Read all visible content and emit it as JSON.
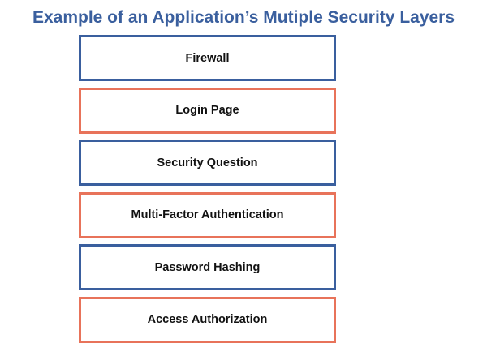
{
  "title": "Example of an Application’s Mutiple Security Layers",
  "colors": {
    "title": "#3a5f9e",
    "blue_border": "#3a5f9e",
    "orange_border": "#e8735a"
  },
  "layers": [
    {
      "label": "Firewall",
      "border_color": "#3a5f9e"
    },
    {
      "label": "Login Page",
      "border_color": "#e8735a"
    },
    {
      "label": "Security Question",
      "border_color": "#3a5f9e"
    },
    {
      "label": "Multi-Factor Authentication",
      "border_color": "#e8735a"
    },
    {
      "label": "Password Hashing",
      "border_color": "#3a5f9e"
    },
    {
      "label": "Access Authorization",
      "border_color": "#e8735a"
    }
  ]
}
